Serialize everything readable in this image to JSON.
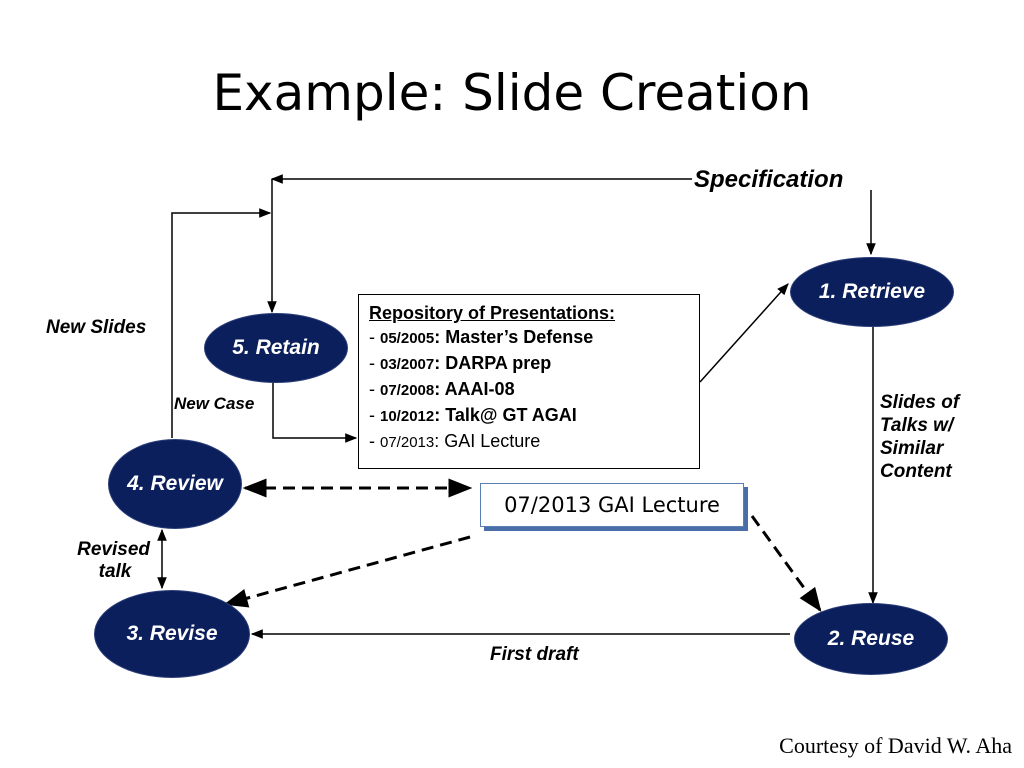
{
  "title": "Example: Slide Creation",
  "nodes": {
    "retrieve": "1. Retrieve",
    "reuse": "2. Reuse",
    "revise": "3. Revise",
    "review": "4. Review",
    "retain": "5. Retain"
  },
  "labels": {
    "specification": "Specification",
    "new_slides": "New Slides",
    "new_case": "New Case",
    "similar_line1": "Slides of",
    "similar_line2": "Talks w/",
    "similar_line3": "Similar",
    "similar_line4": "Content",
    "revised_line1": "Revised",
    "revised_line2": "talk",
    "first_draft": "First draft"
  },
  "repository": {
    "heading": "Repository of Presentations:",
    "items": [
      {
        "date": "05/2005",
        "name": "Master’s Defense"
      },
      {
        "date": "03/2007",
        "name": "DARPA prep"
      },
      {
        "date": "07/2008",
        "name": "AAAI-08"
      },
      {
        "date": "10/2012",
        "name": "Talk@ GT AGAI"
      },
      {
        "date": "07/2013",
        "name": "GAI Lecture"
      }
    ]
  },
  "lecture_card": "07/2013 GAI Lecture",
  "courtesy": "Courtesy of David W. Aha",
  "colors": {
    "node_fill": "#0b1f5c",
    "card_border": "#4a6ea8"
  }
}
